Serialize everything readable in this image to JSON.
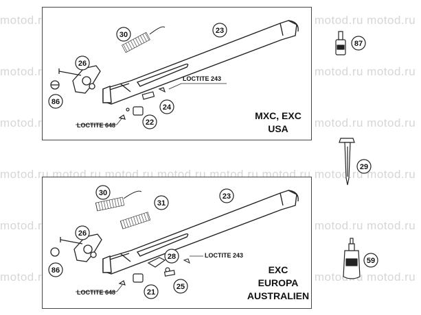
{
  "watermark": "motod.ru",
  "top_diagram": {
    "region_label_lines": [
      "MXC, EXC",
      "USA"
    ],
    "loctite_a": "LOCTITE 243",
    "loctite_b": "LOCTITE 648",
    "callouts": {
      "c23": "23",
      "c30": "30",
      "c26": "26",
      "c86": "86",
      "c24": "24",
      "c22": "22"
    }
  },
  "bottom_diagram": {
    "region_label_lines": [
      "EXC",
      "EUROPA",
      "AUSTRALIEN"
    ],
    "loctite_a": "LOCTITE 243",
    "loctite_b": "LOCTITE 648",
    "callouts": {
      "c23": "23",
      "c30": "30",
      "c31": "31",
      "c26": "26",
      "c86": "86",
      "c28": "28",
      "c25": "25",
      "c21": "21"
    }
  },
  "side_parts": {
    "callouts": {
      "c87": "87",
      "c29": "29",
      "c59": "59"
    }
  }
}
